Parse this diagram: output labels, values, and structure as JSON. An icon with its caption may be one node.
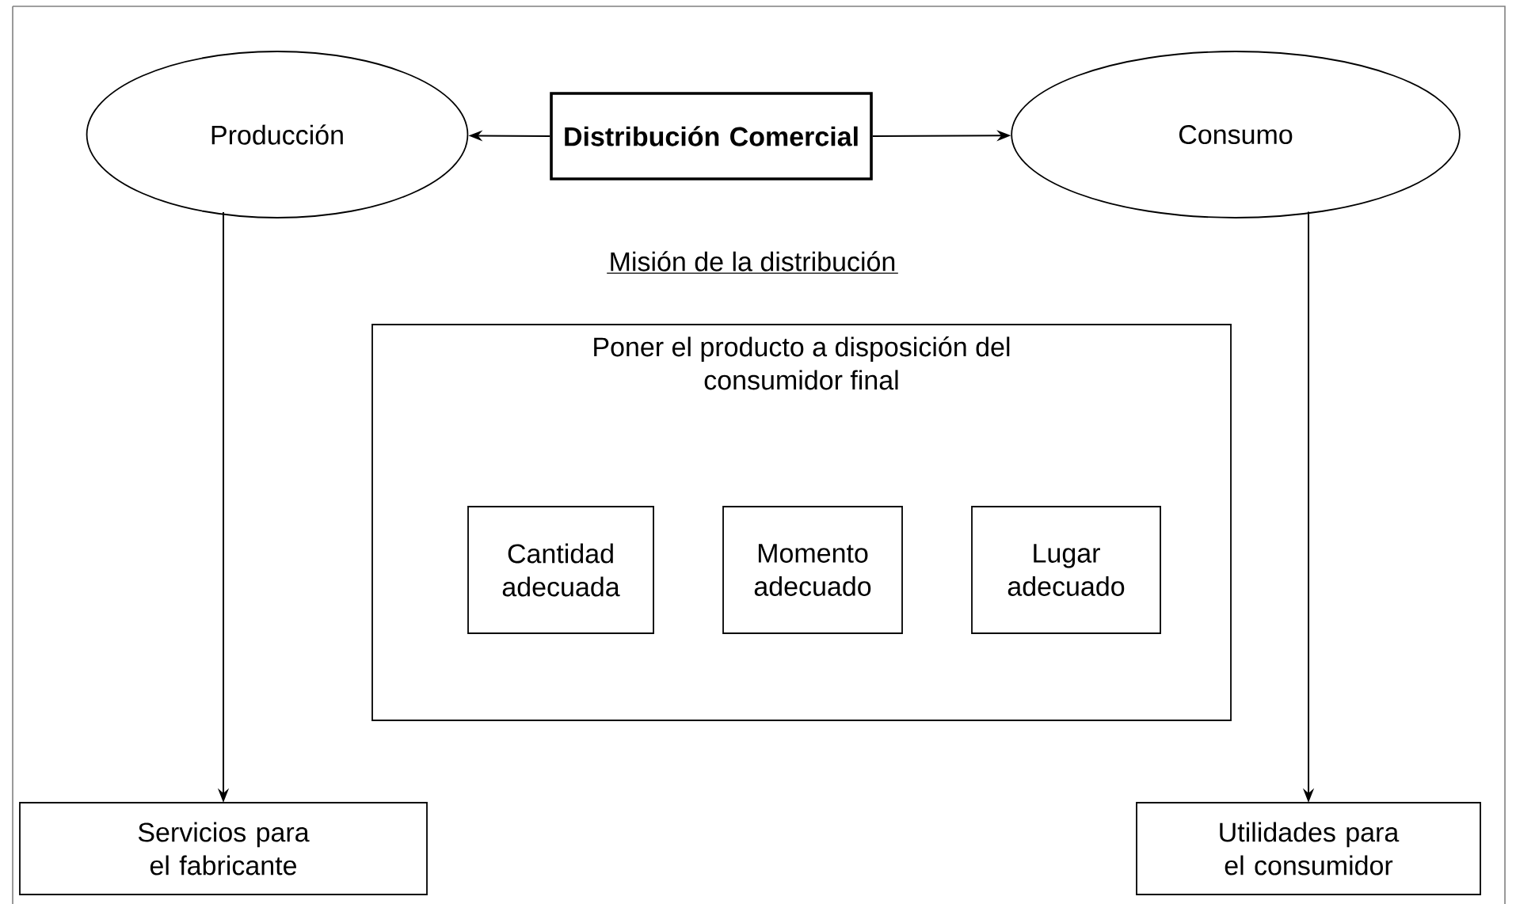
{
  "diagram": {
    "nodes": [
      {
        "text": [
          "Producción"
        ]
      },
      {
        "text": [
          "Distribución Comercial"
        ]
      },
      {
        "text": [
          "Consumo"
        ]
      },
      {
        "text": [
          "Poner el producto a disposición del consumidor final"
        ]
      },
      {
        "text": [
          "Cantidad adecuada"
        ],
        "in": 3
      },
      {
        "text": [
          "Momento adecuado"
        ],
        "in": 3
      },
      {
        "text": [
          "Lugar adecuado"
        ],
        "in": 3
      },
      {
        "text": [
          "Servicios para el fabricante"
        ]
      },
      {
        "text": [
          "Utilidades para el consumidor"
        ]
      }
    ],
    "edges": [
      {
        "from": 1,
        "to": 0,
        "arrow": "to"
      },
      {
        "from": 1,
        "to": 2,
        "arrow": "to"
      },
      {
        "from": 0,
        "to": 7,
        "arrow": "to"
      },
      {
        "from": 2,
        "to": 8,
        "arrow": "to"
      }
    ],
    "labels": [
      "Misión de la distribución"
    ]
  }
}
